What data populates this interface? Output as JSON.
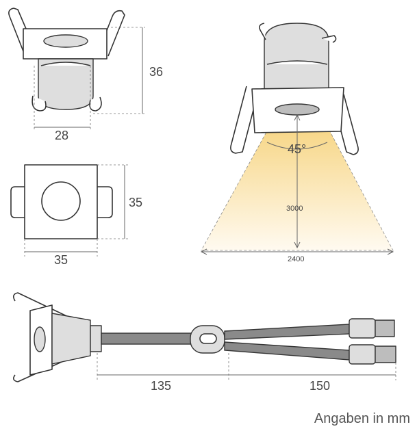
{
  "dimensions": {
    "side_height": "36",
    "side_width": "28",
    "top_height": "35",
    "top_width": "35",
    "beam_angle": "45°",
    "beam_distance": "3000",
    "beam_diameter": "2400",
    "cable_length_1": "135",
    "cable_length_2": "150"
  },
  "footer": {
    "units_note": "Angaben in mm"
  },
  "colors": {
    "beam_warm": "#f7d98a",
    "beam_fade": "#fff6e0",
    "line": "#333333",
    "cable": "#8a8a8a"
  }
}
